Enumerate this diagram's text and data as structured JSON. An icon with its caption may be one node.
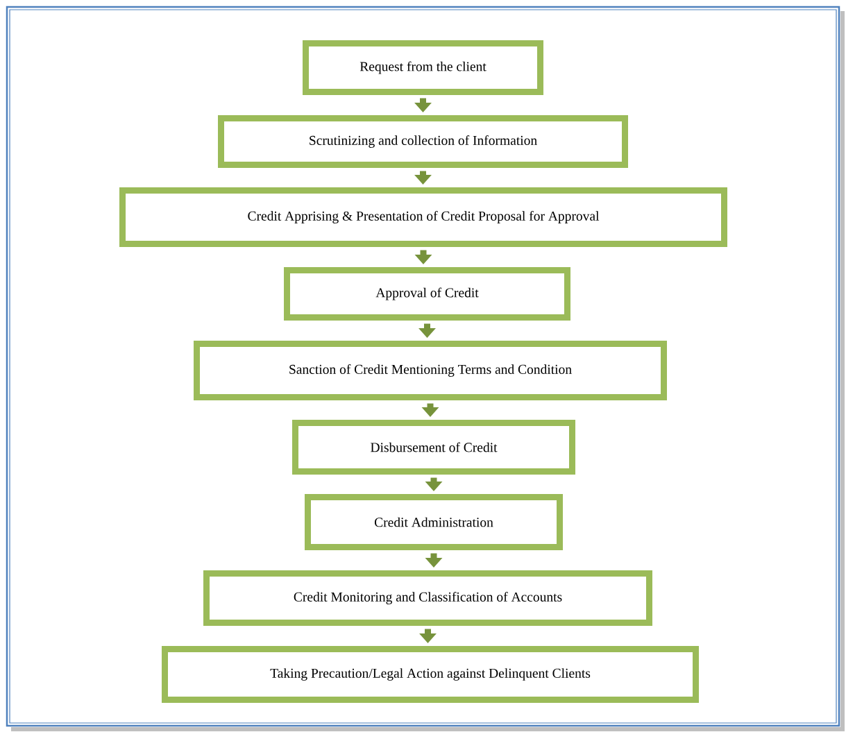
{
  "diagram": {
    "nodes": [
      {
        "text": [
          "Request from the client"
        ]
      },
      {
        "text": [
          "Scrutinizing and collection of Information"
        ]
      },
      {
        "text": [
          "Credit Apprising & Presentation of Credit Proposal for Approval"
        ]
      },
      {
        "text": [
          "Approval of Credit"
        ]
      },
      {
        "text": [
          "Sanction of Credit Mentioning Terms and Condition"
        ]
      },
      {
        "text": [
          "Disbursement of Credit"
        ]
      },
      {
        "text": [
          "Credit Administration"
        ]
      },
      {
        "text": [
          "Credit Monitoring and Classification of Accounts"
        ]
      },
      {
        "text": [
          "Taking Precaution/Legal Action against Delinquent Clients"
        ]
      }
    ],
    "edges": [
      {
        "from": 0,
        "to": 1,
        "arrow": "to"
      },
      {
        "from": 1,
        "to": 2,
        "arrow": "to"
      },
      {
        "from": 2,
        "to": 3,
        "arrow": "to"
      },
      {
        "from": 3,
        "to": 4,
        "arrow": "to"
      },
      {
        "from": 4,
        "to": 5,
        "arrow": "to"
      },
      {
        "from": 5,
        "to": 6,
        "arrow": "to"
      },
      {
        "from": 6,
        "to": 7,
        "arrow": "to"
      },
      {
        "from": 7,
        "to": 8,
        "arrow": "to"
      }
    ]
  }
}
